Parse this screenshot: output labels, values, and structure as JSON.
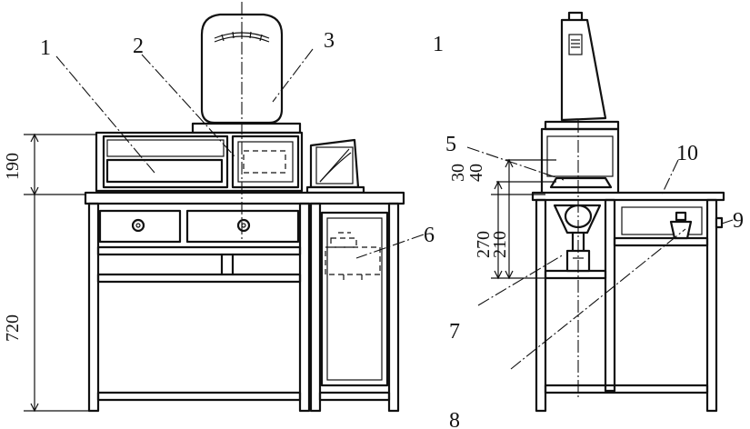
{
  "callouts": [
    "1",
    "2",
    "3",
    "1",
    "5",
    "6",
    "7",
    "8",
    "9",
    "10"
  ],
  "dimensions": {
    "d190": "190",
    "d720": "720",
    "d30": "30",
    "d40": "40",
    "d270": "270",
    "d210": "210"
  }
}
